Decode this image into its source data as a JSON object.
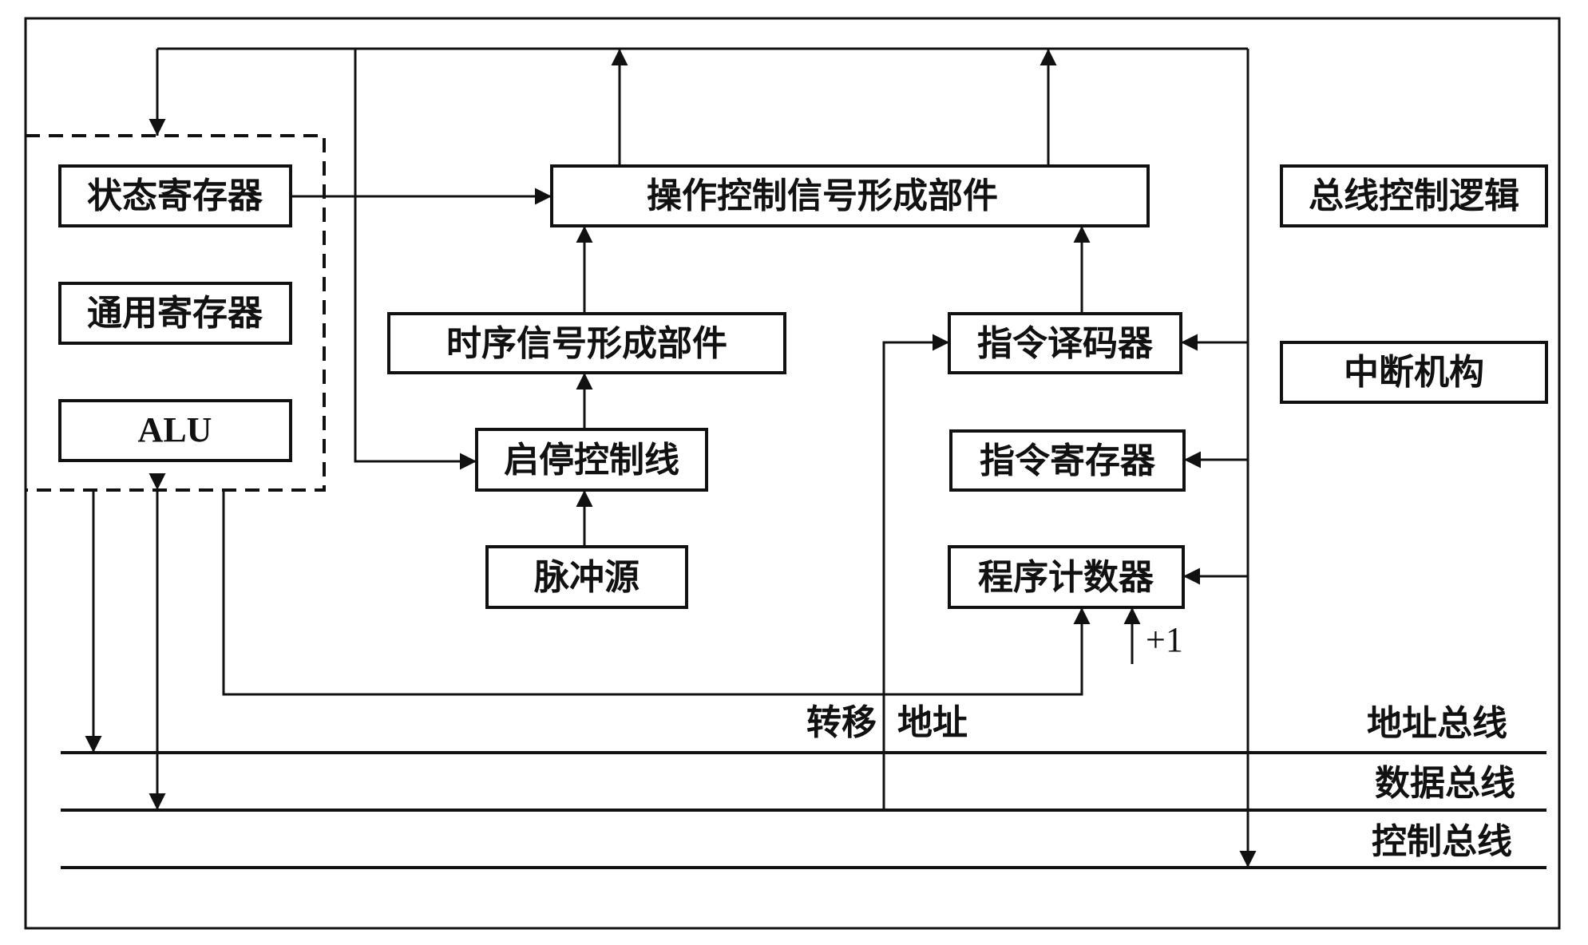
{
  "diagram": {
    "title": "",
    "registers_group": {
      "status_register": "状态寄存器",
      "general_register": "通用寄存器",
      "alu": "ALU"
    },
    "control_unit": {
      "op_signal_unit": "操作控制信号形成部件",
      "timing_signal_unit": "时序信号形成部件",
      "start_stop_line": "启停控制线",
      "pulse_source": "脉冲源",
      "instruction_decoder": "指令译码器",
      "instruction_register": "指令寄存器",
      "program_counter": "程序计数器",
      "increment_label": "+1"
    },
    "right_units": {
      "bus_control_logic": "总线控制逻辑",
      "interrupt_unit": "中断机构"
    },
    "labels": {
      "transfer": "转移",
      "address": "地址"
    },
    "buses": [
      {
        "id": "address-bus",
        "label": "地址总线"
      },
      {
        "id": "data-bus",
        "label": "数据总线"
      },
      {
        "id": "control-bus",
        "label": "控制总线"
      }
    ]
  }
}
